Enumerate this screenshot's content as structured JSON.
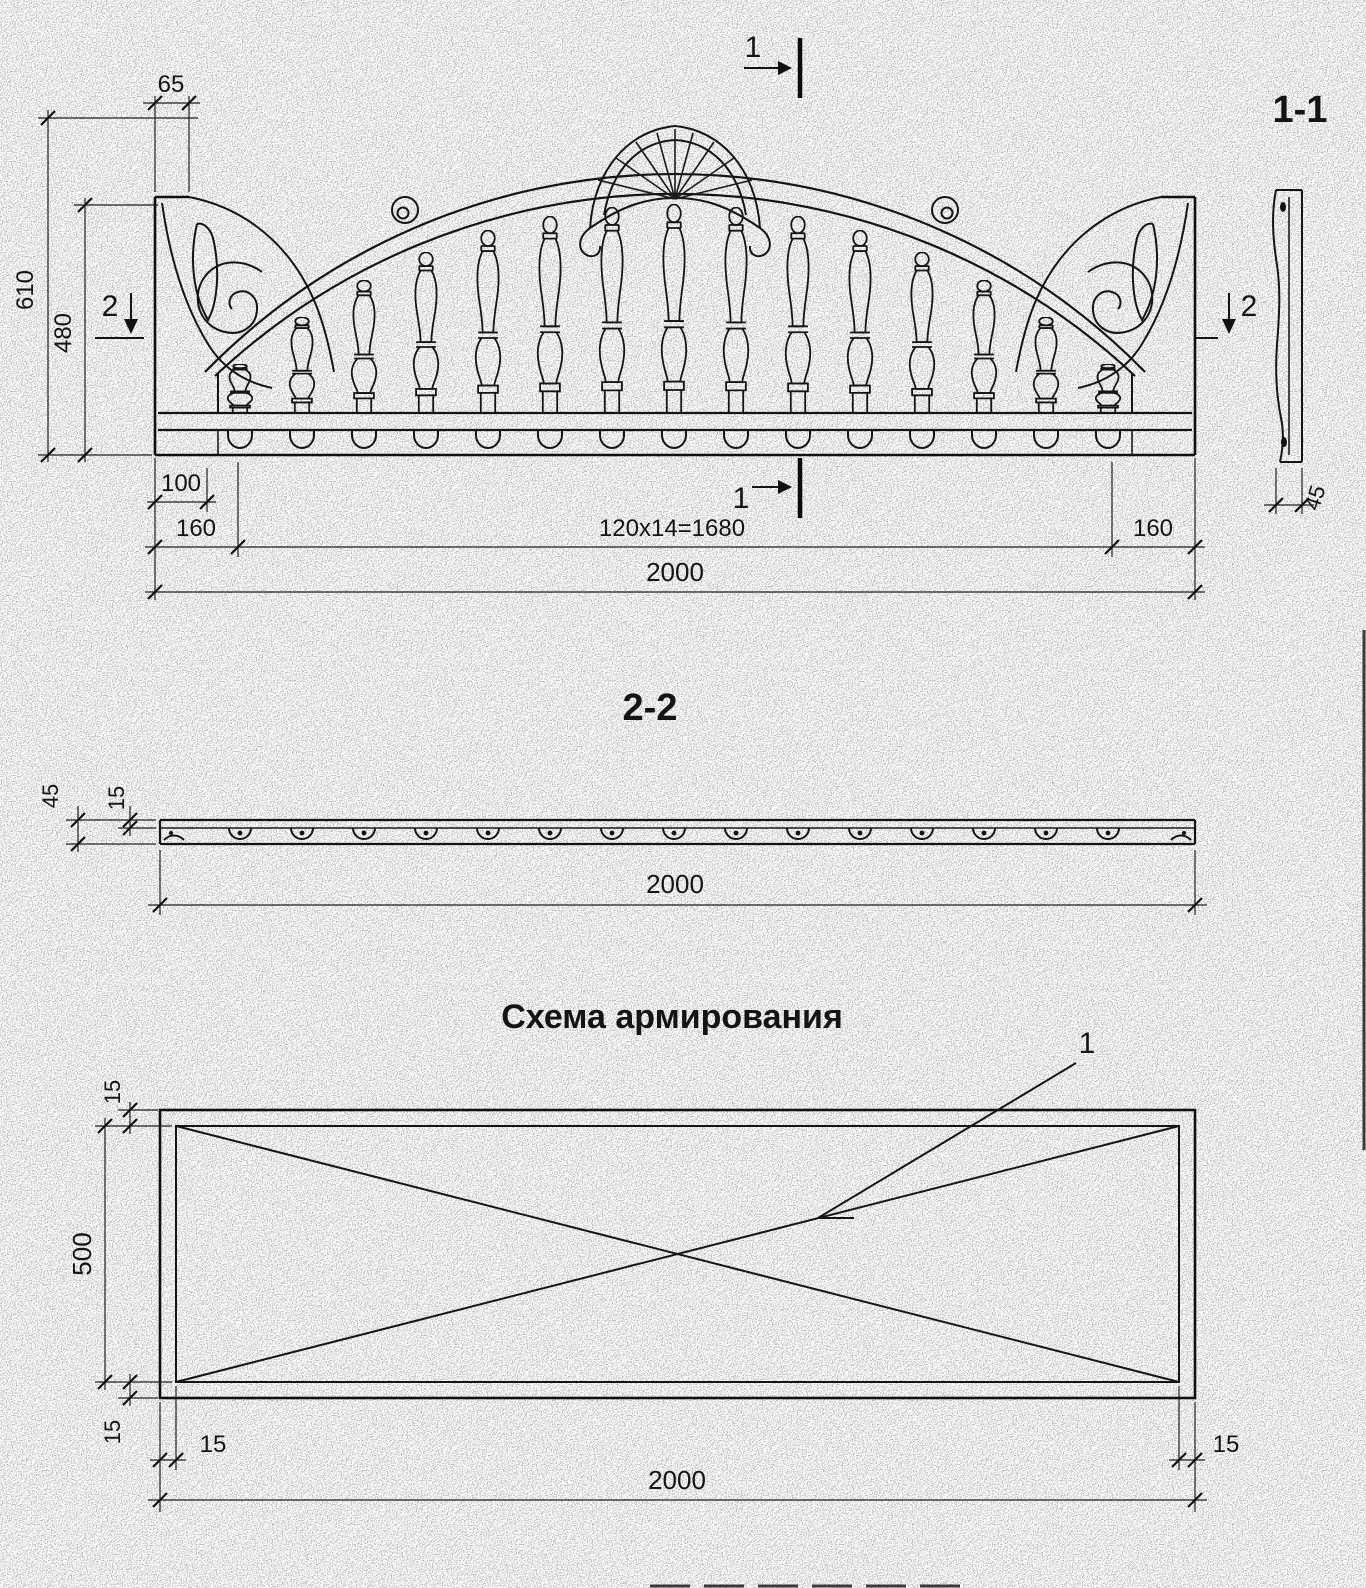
{
  "elevation": {
    "marker_1_top": "1",
    "marker_1_bottom": "1",
    "marker_2_left": "2",
    "marker_2_right": "2",
    "dim_top_width": "65",
    "dim_total_height": "610",
    "dim_side_height": "480",
    "dim_end_offset": "100",
    "dim_end_left": "160",
    "dim_baluster_spacing": "120x14=1680",
    "dim_end_right": "160",
    "dim_total_width": "2000"
  },
  "section_1_1": {
    "title": "1-1",
    "dim_thickness": "45"
  },
  "section_2_2": {
    "title": "2-2",
    "dim_depth": "45",
    "dim_web": "15",
    "dim_width": "2000"
  },
  "reinforcement": {
    "title": "Схема армирования",
    "rebar_callout": "1",
    "dim_cover_top": "15",
    "dim_height": "500",
    "dim_cover_bottom": "15",
    "dim_cover_left": "15",
    "dim_cover_right": "15",
    "dim_width": "2000"
  }
}
